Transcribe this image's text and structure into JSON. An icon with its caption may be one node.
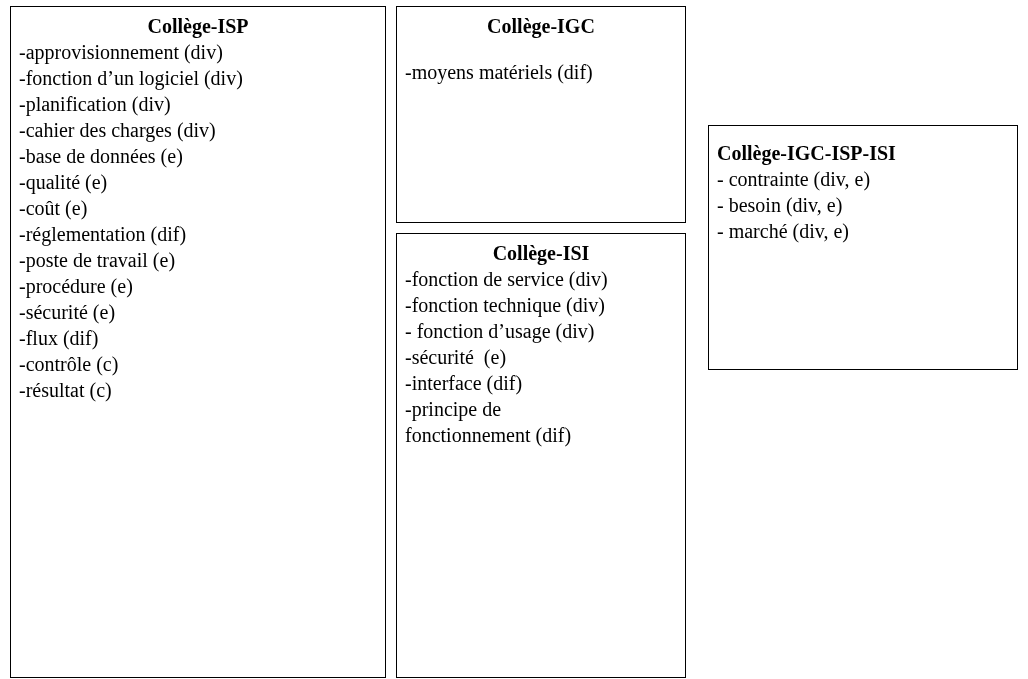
{
  "diagram": {
    "nodes": [
      {
        "text": [
          "Collège-ISP",
          "-approvisionnement (div)",
          "-fonction d’un logiciel (div)",
          "-planification (div)",
          "-cahier des charges (div)",
          "-base de données (e)",
          "-qualité (e)",
          "-coût (e)",
          "-réglementation (dif)",
          "-poste de travail (e)",
          "-procédure (e)",
          "-sécurité (e)",
          "-flux (dif)",
          "-contrôle (c)",
          "-résultat (c)"
        ]
      },
      {
        "text": [
          "Collège-IGC",
          "-moyens matériels (dif)"
        ]
      },
      {
        "text": [
          "Collège-ISI",
          "-fonction de service (div)",
          "-fonction technique (div)",
          "- fonction d’usage (div)",
          "-sécurité  (e)",
          "-interface (dif)",
          "-principe de fonctionnement (dif)"
        ]
      },
      {
        "text": [
          "Collège-IGC-ISP-ISI",
          "- contrainte (div, e)",
          "- besoin (div, e)",
          "- marché (div, e)"
        ]
      }
    ]
  }
}
